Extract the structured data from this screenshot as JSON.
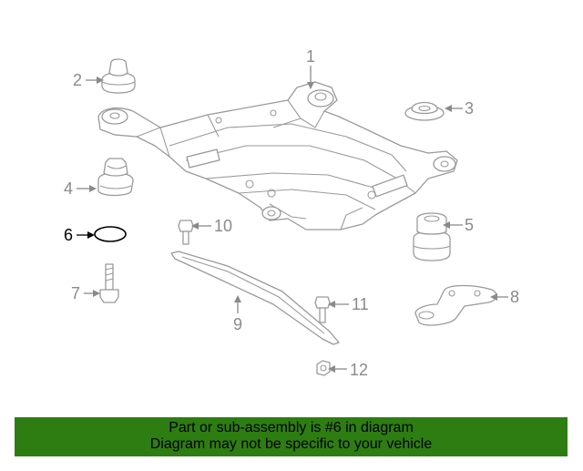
{
  "diagram": {
    "callouts": [
      {
        "num": "1"
      },
      {
        "num": "2"
      },
      {
        "num": "3"
      },
      {
        "num": "4"
      },
      {
        "num": "5"
      },
      {
        "num": "6",
        "highlighted": true
      },
      {
        "num": "7"
      },
      {
        "num": "8"
      },
      {
        "num": "9"
      },
      {
        "num": "10"
      },
      {
        "num": "11"
      },
      {
        "num": "12"
      }
    ],
    "colors": {
      "line": "#9a9a9a",
      "highlight": "#000000",
      "banner": "#2e7d12"
    }
  },
  "banner": {
    "line1": "Part or sub-assembly is #6 in diagram",
    "line2": "Diagram may not be specific to your vehicle"
  }
}
